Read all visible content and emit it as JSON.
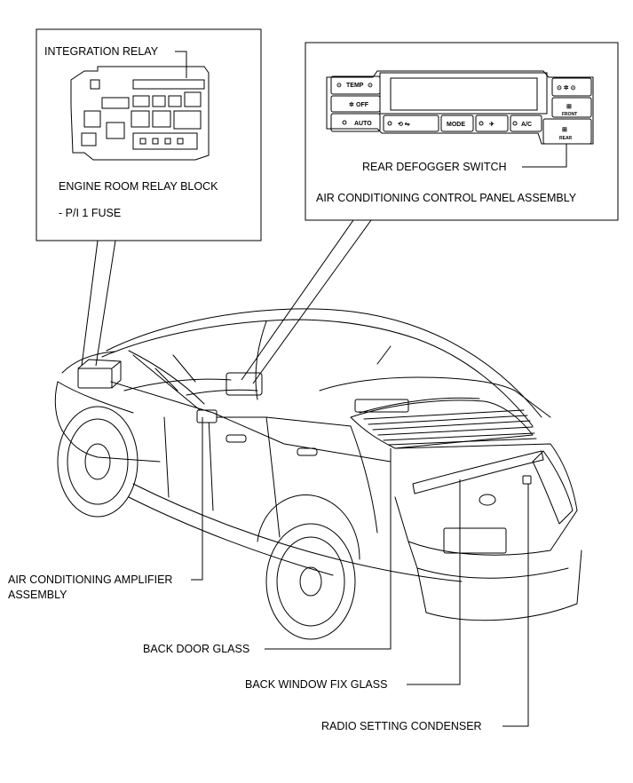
{
  "relay_inset": {
    "integration_relay": "INTEGRATION RELAY",
    "relay_block": "ENGINE ROOM RELAY BLOCK",
    "fuse": "- P/I 1 FUSE"
  },
  "panel_inset": {
    "buttons": {
      "temp": "TEMP",
      "off": "OFF",
      "auto": "AUTO",
      "mode": "MODE",
      "ac": "A/C",
      "front": "FRONT",
      "rear": "REAR"
    },
    "defogger_switch": "REAR DEFOGGER SWITCH",
    "panel_assembly": "AIR CONDITIONING CONTROL PANEL ASSEMBLY"
  },
  "callouts": {
    "amplifier_line1": "AIR CONDITIONING AMPLIFIER",
    "amplifier_line2": "ASSEMBLY",
    "back_door_glass": "BACK DOOR GLASS",
    "back_window_fix_glass": "BACK WINDOW FIX GLASS",
    "radio_setting_condenser": "RADIO SETTING CONDENSER"
  }
}
